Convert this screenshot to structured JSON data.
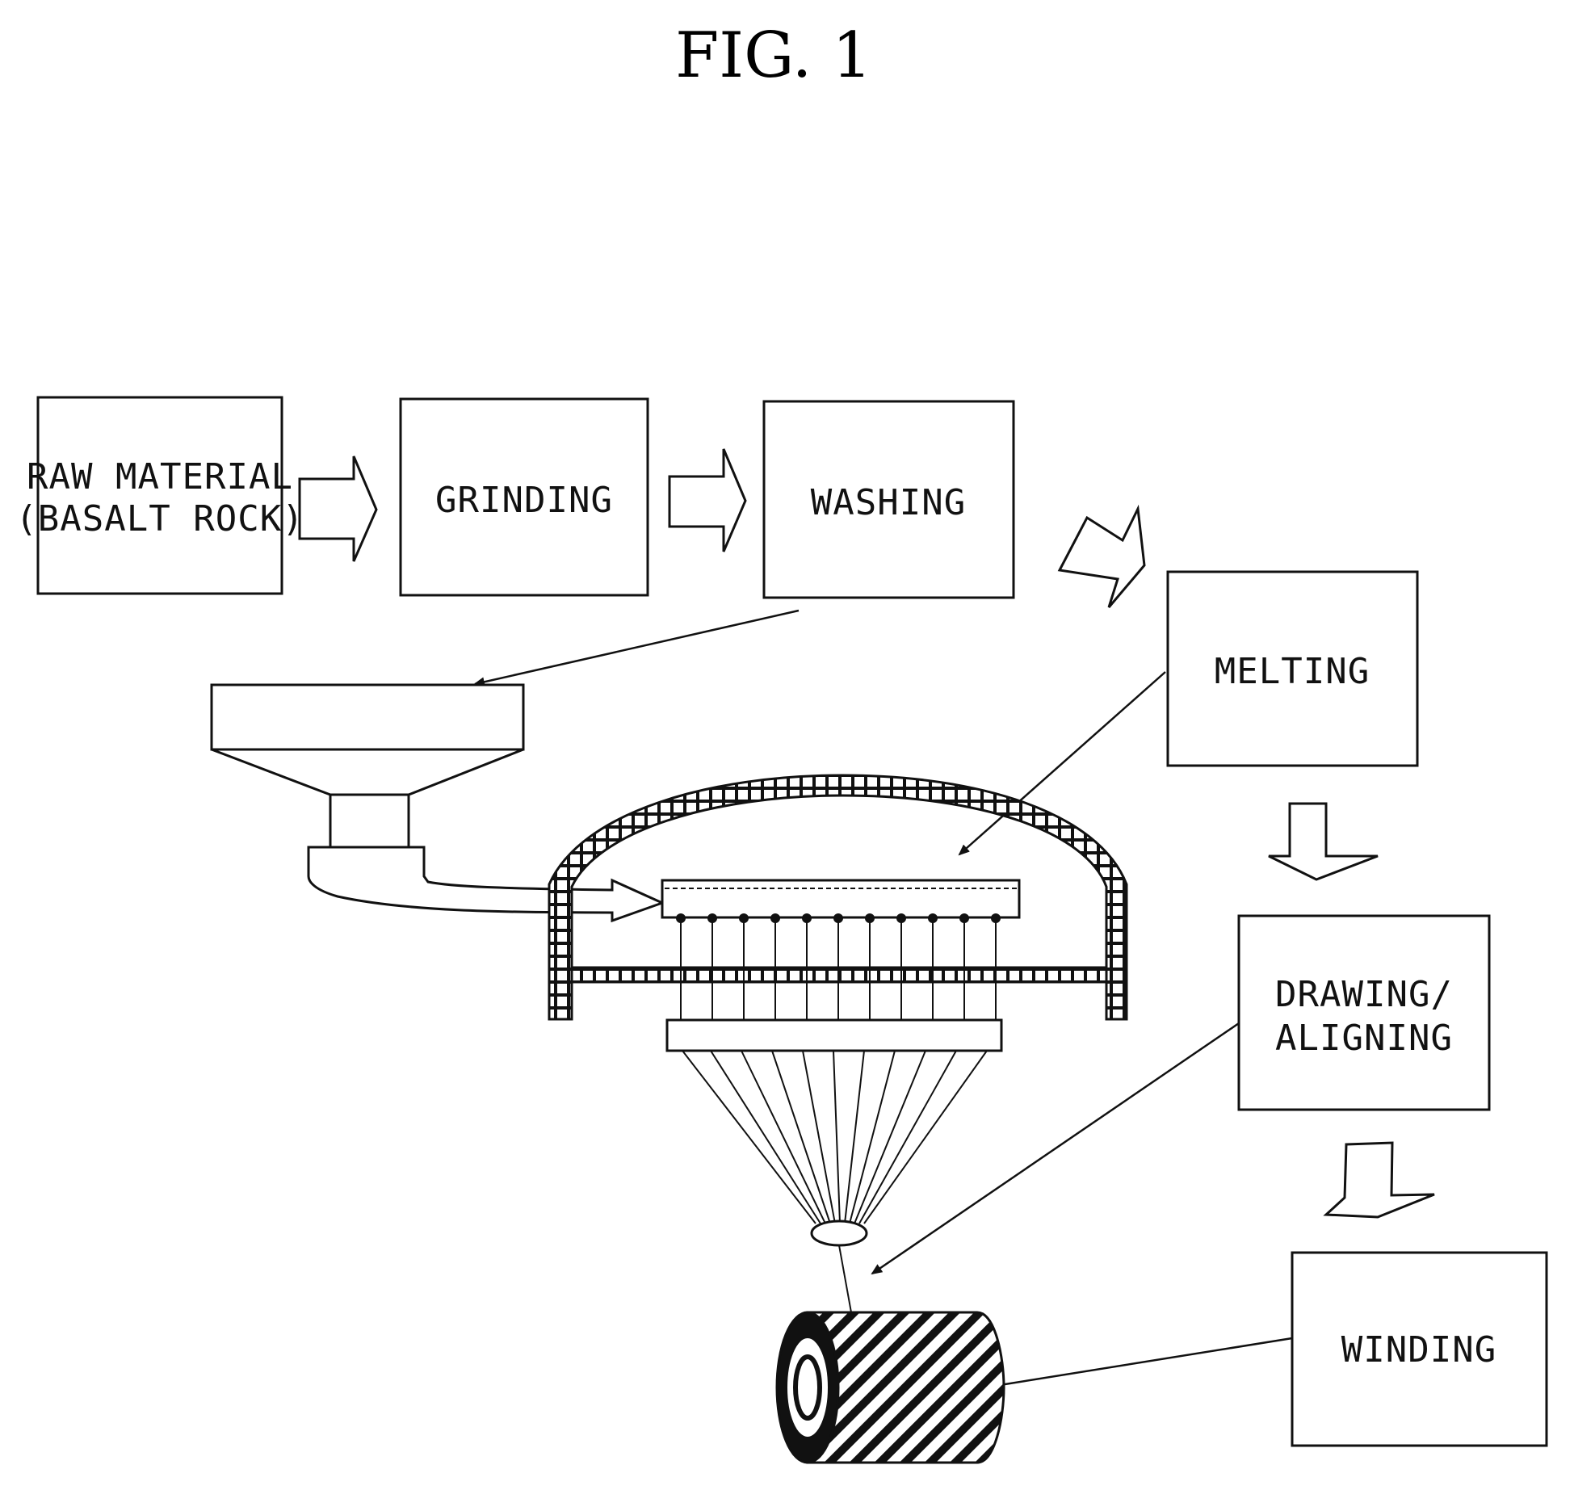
{
  "figure": {
    "title": "FIG. 1"
  },
  "steps": [
    {
      "id": "raw-material",
      "lines": [
        "RAW MATERIAL",
        "(BASALT ROCK)"
      ]
    },
    {
      "id": "grinding",
      "lines": [
        "GRINDING"
      ]
    },
    {
      "id": "washing",
      "lines": [
        "WASHING"
      ]
    },
    {
      "id": "melting",
      "lines": [
        "MELTING"
      ]
    },
    {
      "id": "drawing-aligning",
      "lines": [
        "DRAWING/",
        "ALIGNING"
      ]
    },
    {
      "id": "winding",
      "lines": [
        "WINDING"
      ]
    }
  ],
  "colors": {
    "ink": "#111111",
    "paper": "#ffffff"
  }
}
